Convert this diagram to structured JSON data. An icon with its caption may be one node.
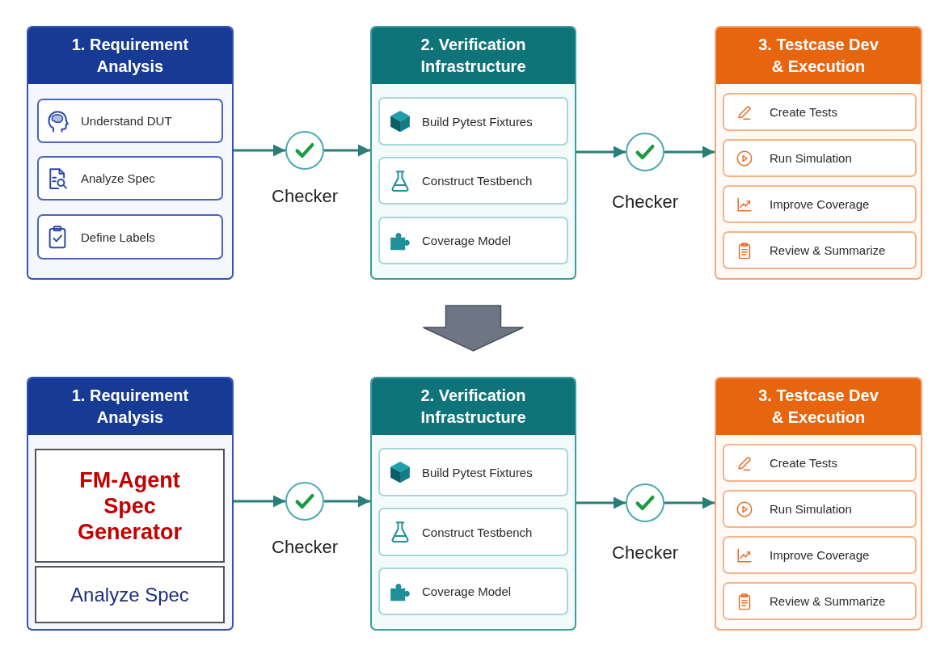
{
  "diagram": {
    "nodes": [
      {
        "text": [
          "1. Requirement Analysis"
        ]
      },
      {
        "text": [
          "Understand DUT"
        ],
        "in": 0
      },
      {
        "text": [
          "Analyze Spec"
        ],
        "in": 0
      },
      {
        "text": [
          "Define Labels"
        ],
        "in": 0
      },
      {
        "text": [],
        "shape": "circle",
        "beside": [
          "Checker"
        ]
      },
      {
        "text": [
          "2. Verification Infrastructure"
        ]
      },
      {
        "text": [
          "Build Pytest Fixtures"
        ],
        "in": 5
      },
      {
        "text": [
          "Construct Testbench"
        ],
        "in": 5
      },
      {
        "text": [
          "Coverage Model"
        ],
        "in": 5
      },
      {
        "text": [],
        "shape": "circle",
        "beside": [
          "Checker"
        ]
      },
      {
        "text": [
          "3. Testcase Dev & Execution"
        ]
      },
      {
        "text": [
          "Create Tests"
        ],
        "in": 10
      },
      {
        "text": [
          "Run Simulation"
        ],
        "in": 10
      },
      {
        "text": [
          "Improve Coverage"
        ],
        "in": 10
      },
      {
        "text": [
          "Review & Summarize"
        ],
        "in": 10
      },
      {
        "text": [
          "1. Requirement Analysis"
        ]
      },
      {
        "text": [
          "FM-Agent Spec Generator"
        ],
        "in": 15
      },
      {
        "text": [
          "Analyze Spec"
        ],
        "in": 15
      },
      {
        "text": [],
        "shape": "circle",
        "beside": [
          "Checker"
        ]
      },
      {
        "text": [
          "2. Verification Infrastructure"
        ]
      },
      {
        "text": [
          "Build Pytest Fixtures"
        ],
        "in": 19
      },
      {
        "text": [
          "Construct Testbench"
        ],
        "in": 19
      },
      {
        "text": [
          "Coverage Model"
        ],
        "in": 19
      },
      {
        "text": [],
        "shape": "circle",
        "beside": [
          "Checker"
        ]
      },
      {
        "text": [
          "3. Testcase Dev & Execution"
        ]
      },
      {
        "text": [
          "Create Tests"
        ],
        "in": 24
      },
      {
        "text": [
          "Run Simulation"
        ],
        "in": 24
      },
      {
        "text": [
          "Improve Coverage"
        ],
        "in": 24
      },
      {
        "text": [
          "Review & Summarize"
        ],
        "in": 24
      }
    ],
    "edges": [
      {
        "from": 0,
        "to": 4,
        "arrow": "to"
      },
      {
        "from": 4,
        "to": 5,
        "arrow": "to"
      },
      {
        "from": 5,
        "to": 9,
        "arrow": "to"
      },
      {
        "from": 9,
        "to": 10,
        "arrow": "to"
      },
      {
        "from": 5,
        "to": 19,
        "arrow": "to",
        "style": "thick",
        "color": "#6e7583"
      },
      {
        "from": 15,
        "to": 18,
        "arrow": "to"
      },
      {
        "from": 18,
        "to": 19,
        "arrow": "to"
      },
      {
        "from": 19,
        "to": 23,
        "arrow": "to"
      },
      {
        "from": 23,
        "to": 24,
        "arrow": "to"
      }
    ]
  }
}
